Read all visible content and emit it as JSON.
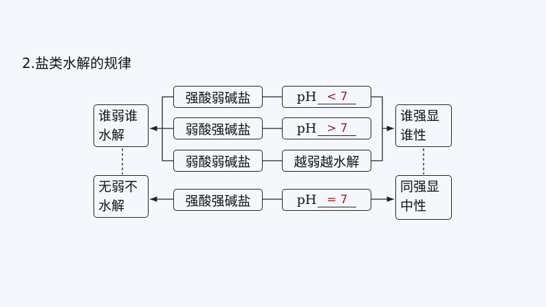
{
  "title": "2.盐类水解的规律",
  "left": {
    "top": "谁弱谁水解",
    "bottom": "无弱不水解"
  },
  "right": {
    "top": "谁强显谁性",
    "bottom": "同强显中性"
  },
  "salts": [
    "强酸弱碱盐",
    "弱酸强碱盐",
    "弱酸弱碱盐",
    "强酸强碱盐"
  ],
  "results": [
    {
      "prefix": "pH",
      "answer": "< 7"
    },
    {
      "prefix": "pH",
      "answer": "> 7"
    },
    {
      "text": "越弱越水解"
    },
    {
      "prefix": "pH",
      "answer": "= 7"
    }
  ],
  "colors": {
    "answer": "#9b1c1c"
  }
}
